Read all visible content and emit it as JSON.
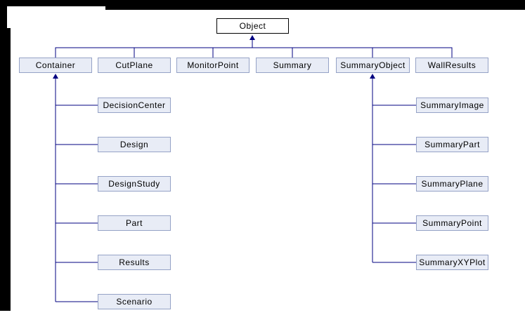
{
  "diagram": {
    "type": "class-inheritance-diagram",
    "root": {
      "label": "Object"
    },
    "level1": [
      {
        "label": "Container"
      },
      {
        "label": "CutPlane"
      },
      {
        "label": "MonitorPoint"
      },
      {
        "label": "Summary"
      },
      {
        "label": "SummaryObject"
      },
      {
        "label": "WallResults"
      }
    ],
    "container_children": [
      {
        "label": "DecisionCenter"
      },
      {
        "label": "Design"
      },
      {
        "label": "DesignStudy"
      },
      {
        "label": "Part"
      },
      {
        "label": "Results"
      },
      {
        "label": "Scenario"
      }
    ],
    "summaryobject_children": [
      {
        "label": "SummaryImage"
      },
      {
        "label": "SummaryPart"
      },
      {
        "label": "SummaryPlane"
      },
      {
        "label": "SummaryPoint"
      },
      {
        "label": "SummaryXYPlot"
      }
    ],
    "colors": {
      "line": "#000080",
      "box_fill": "#e8ecf6",
      "box_border": "#95a2c6",
      "root_fill": "#ffffff",
      "root_border": "#000000",
      "text": "#000000",
      "frame": "#000000",
      "background": "#ffffff"
    }
  }
}
